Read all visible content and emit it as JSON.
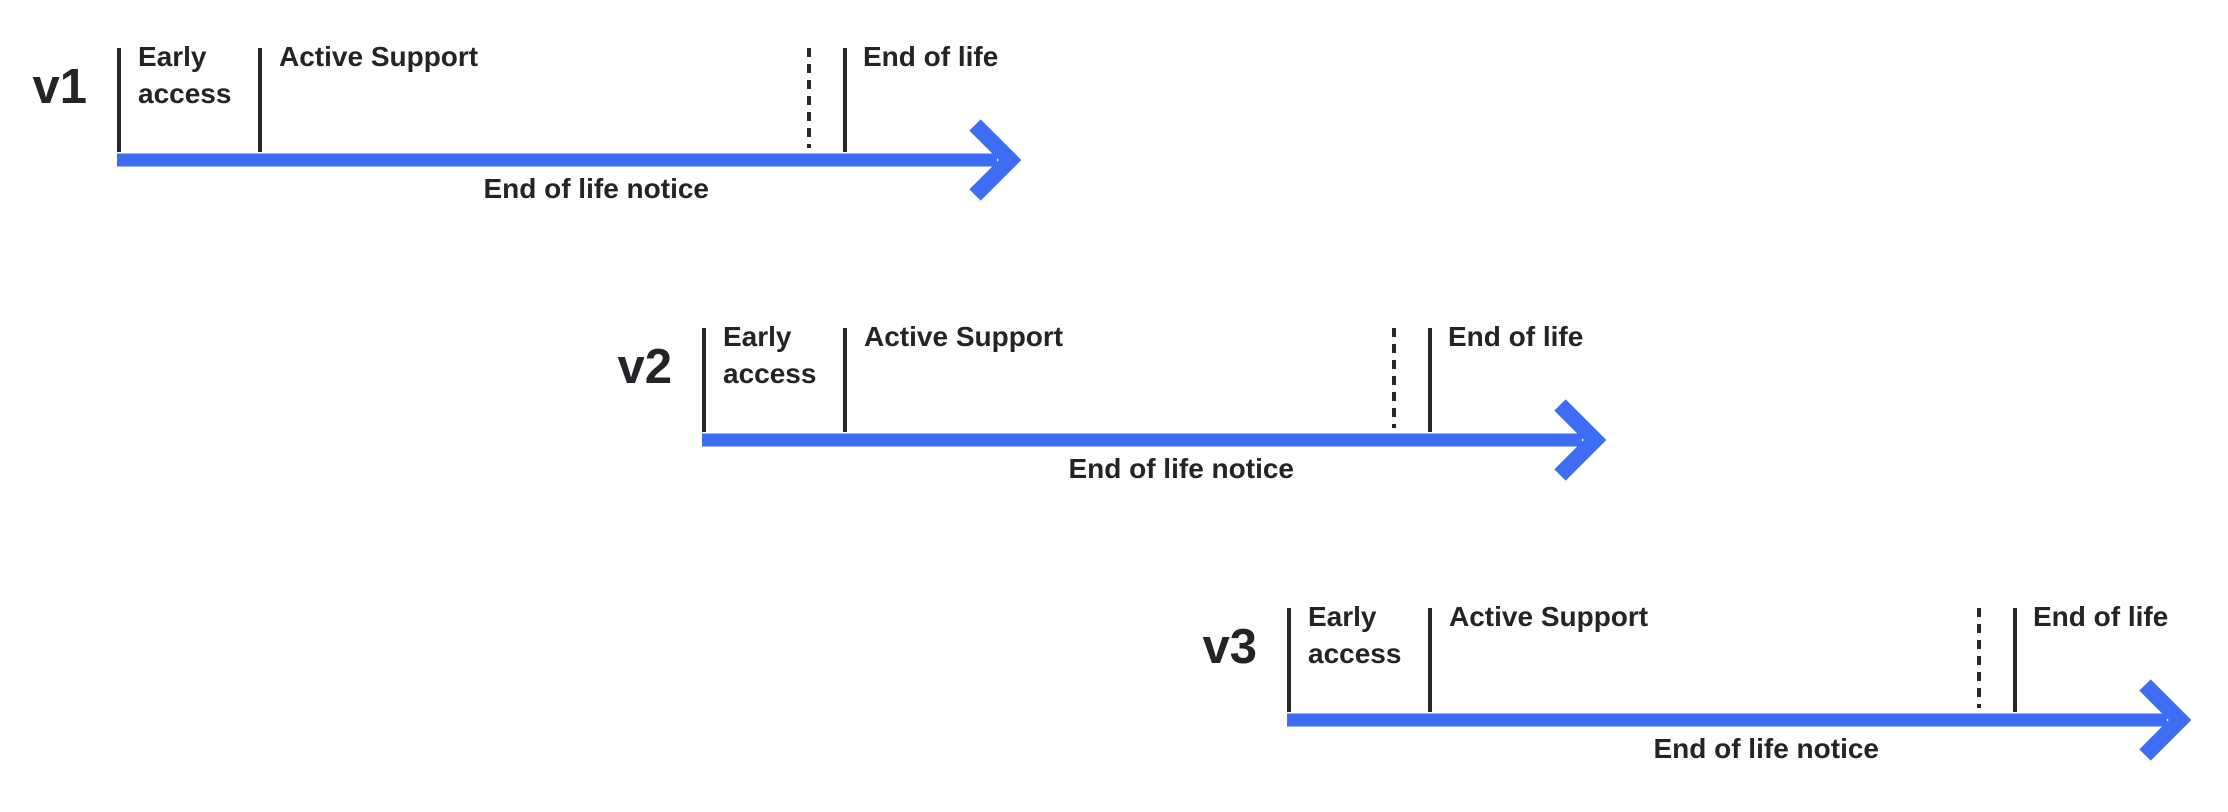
{
  "canvas": {
    "background": "#ffffff",
    "description": "Version support lifecycle diagram with three staggered timelines"
  },
  "colors": {
    "arrow_blue": "#3C6DF2",
    "ink": "#26272B"
  },
  "timelines": [
    {
      "version": "v1",
      "early_access": "Early access",
      "active_support": "Active Support",
      "end_of_life": "End of life",
      "end_of_life_notice": "End of life notice"
    },
    {
      "version": "v2",
      "early_access": "Early access",
      "active_support": "Active Support",
      "end_of_life": "End of life",
      "end_of_life_notice": "End of life notice"
    },
    {
      "version": "v3",
      "early_access": "Early access",
      "active_support": "Active Support",
      "end_of_life": "End of life",
      "end_of_life_notice": "End of life notice"
    }
  ]
}
